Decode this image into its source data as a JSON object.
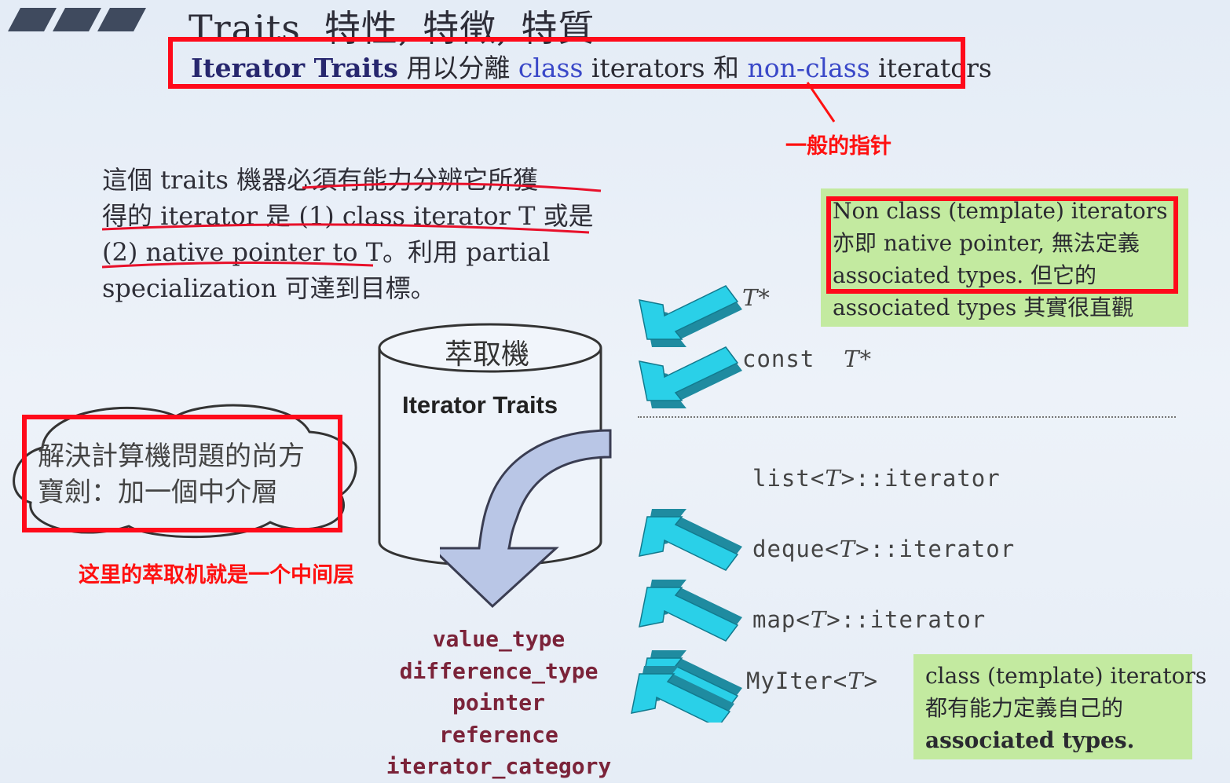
{
  "title": {
    "en": "Traits",
    "zh": "特性, 特徵, 特質"
  },
  "subtitle": {
    "part1": "Iterator Traits",
    "part2": " 用以分離 ",
    "part3": "class",
    "part4": " iterators 和 ",
    "part5": "non-class",
    "part6": " iterators"
  },
  "annotations": {
    "general_pointer": "一般的指针",
    "middle_layer": "这里的萃取机就是一个中间层"
  },
  "paragraph": {
    "line1": "這個 traits 機器必須有能力分辨它所獲",
    "line2": "得的 iterator 是 (1) class iterator T 或是",
    "line3": "(2) native pointer to T。利用 partial",
    "line4": "specialization 可達到目標。"
  },
  "note_nonclass": {
    "line1": "Non class (template) iterators",
    "line2": "亦即 native pointer, 無法定義",
    "line3": "associated types. 但它的",
    "line4": "associated types 其實很直觀"
  },
  "note_class": {
    "line1": "class (template) iterators",
    "line2": "都有能力定義自己的",
    "line3": "associated types."
  },
  "pointer_types": {
    "t_ptr": "T*",
    "const_kw": "const",
    "const_t_ptr": "T*"
  },
  "class_iterators": [
    {
      "prefix": "list<",
      "t": "T",
      "suffix": ">::iterator"
    },
    {
      "prefix": "deque<",
      "t": "T",
      "suffix": ">::iterator"
    },
    {
      "prefix": "map<",
      "t": "T",
      "suffix": ">::iterator"
    },
    {
      "prefix": "MyIter<",
      "t": "T",
      "suffix": ">"
    }
  ],
  "cylinder": {
    "top": "萃取機",
    "label": "Iterator Traits"
  },
  "cloud": {
    "line1": "解決計算機問題的尚方",
    "line2": "寶劍：加一個中介層"
  },
  "associated_types": [
    "value_type",
    "difference_type",
    "pointer",
    "reference",
    "iterator_category"
  ],
  "colors": {
    "highlight_red": "#ff0a1a",
    "note_green": "#c3eaa0",
    "arrow_cyan": "#2ad0e8",
    "type_maroon": "#7b2339"
  }
}
